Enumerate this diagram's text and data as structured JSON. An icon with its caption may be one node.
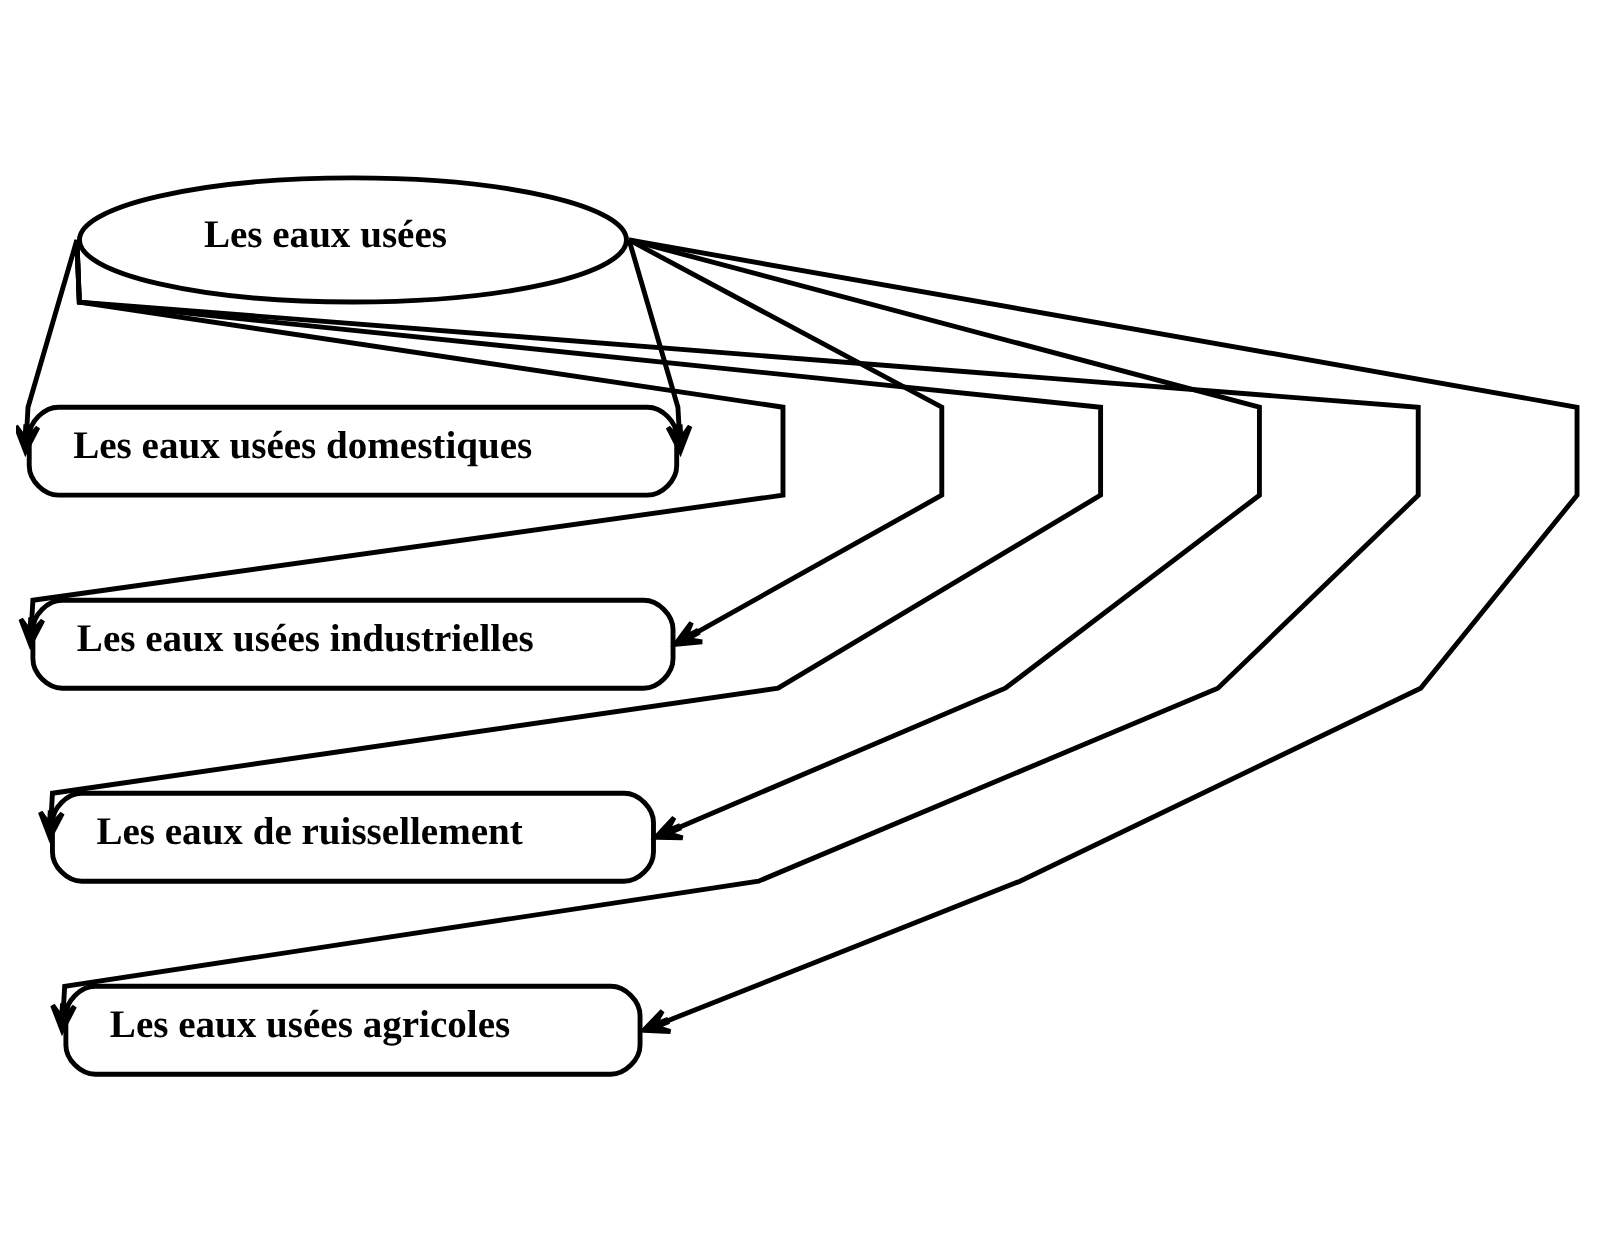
{
  "diagram": {
    "nodes": [
      {
        "text": [
          "Les eaux usées"
        ]
      },
      {
        "text": [
          "Les eaux usées domestiques"
        ]
      },
      {
        "text": [
          "Les eaux usées industrielles"
        ]
      },
      {
        "text": [
          "Les eaux de ruissellement"
        ]
      },
      {
        "text": [
          "Les eaux usées agricoles"
        ]
      }
    ],
    "edges": [
      {
        "from": 0,
        "to": 1,
        "arrow": "to"
      },
      {
        "from": 0,
        "to": 2,
        "arrow": "to"
      },
      {
        "from": 0,
        "to": 3,
        "arrow": "to"
      },
      {
        "from": 0,
        "to": 4,
        "arrow": "to"
      },
      {
        "from": 0,
        "to": 1,
        "arrow": "to"
      },
      {
        "from": 0,
        "to": 2,
        "arrow": "to"
      },
      {
        "from": 0,
        "to": 3,
        "arrow": "to"
      },
      {
        "from": 0,
        "to": 4,
        "arrow": "to"
      }
    ]
  }
}
